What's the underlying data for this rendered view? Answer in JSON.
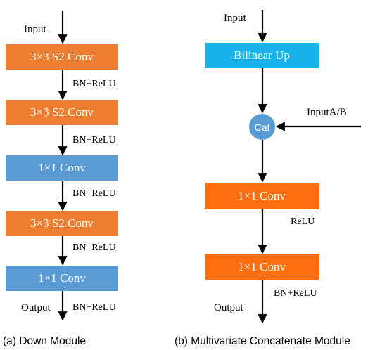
{
  "module_a": {
    "input_label": "Input",
    "output_label": "Output",
    "blocks": [
      "3×3 S2 Conv",
      "3×3 S2 Conv",
      "1×1 Conv",
      "3×3 S2 Conv",
      "1×1 Conv"
    ],
    "edge_labels": [
      "BN+ReLU",
      "BN+ReLU",
      "BN+ReLU",
      "BN+ReLU",
      "BN+ReLU"
    ],
    "caption": "(a) Down Module"
  },
  "module_b": {
    "input_label": "Input",
    "output_label": "Output",
    "upsample_label": "Bilinear Up",
    "cat_label": "Cat",
    "side_input_label": "InputA/B",
    "blocks": [
      "1×1 Conv",
      "1×1 Conv"
    ],
    "edge_labels": [
      "ReLU",
      "BN+ReLU"
    ],
    "caption": "(b) Multivariate Concatenate Module"
  },
  "colors": {
    "orange_a": "#ed7d31",
    "blue_a": "#5b9bd5",
    "orange_b": "#ff6f0f",
    "cyan_b": "#17b3ea"
  }
}
